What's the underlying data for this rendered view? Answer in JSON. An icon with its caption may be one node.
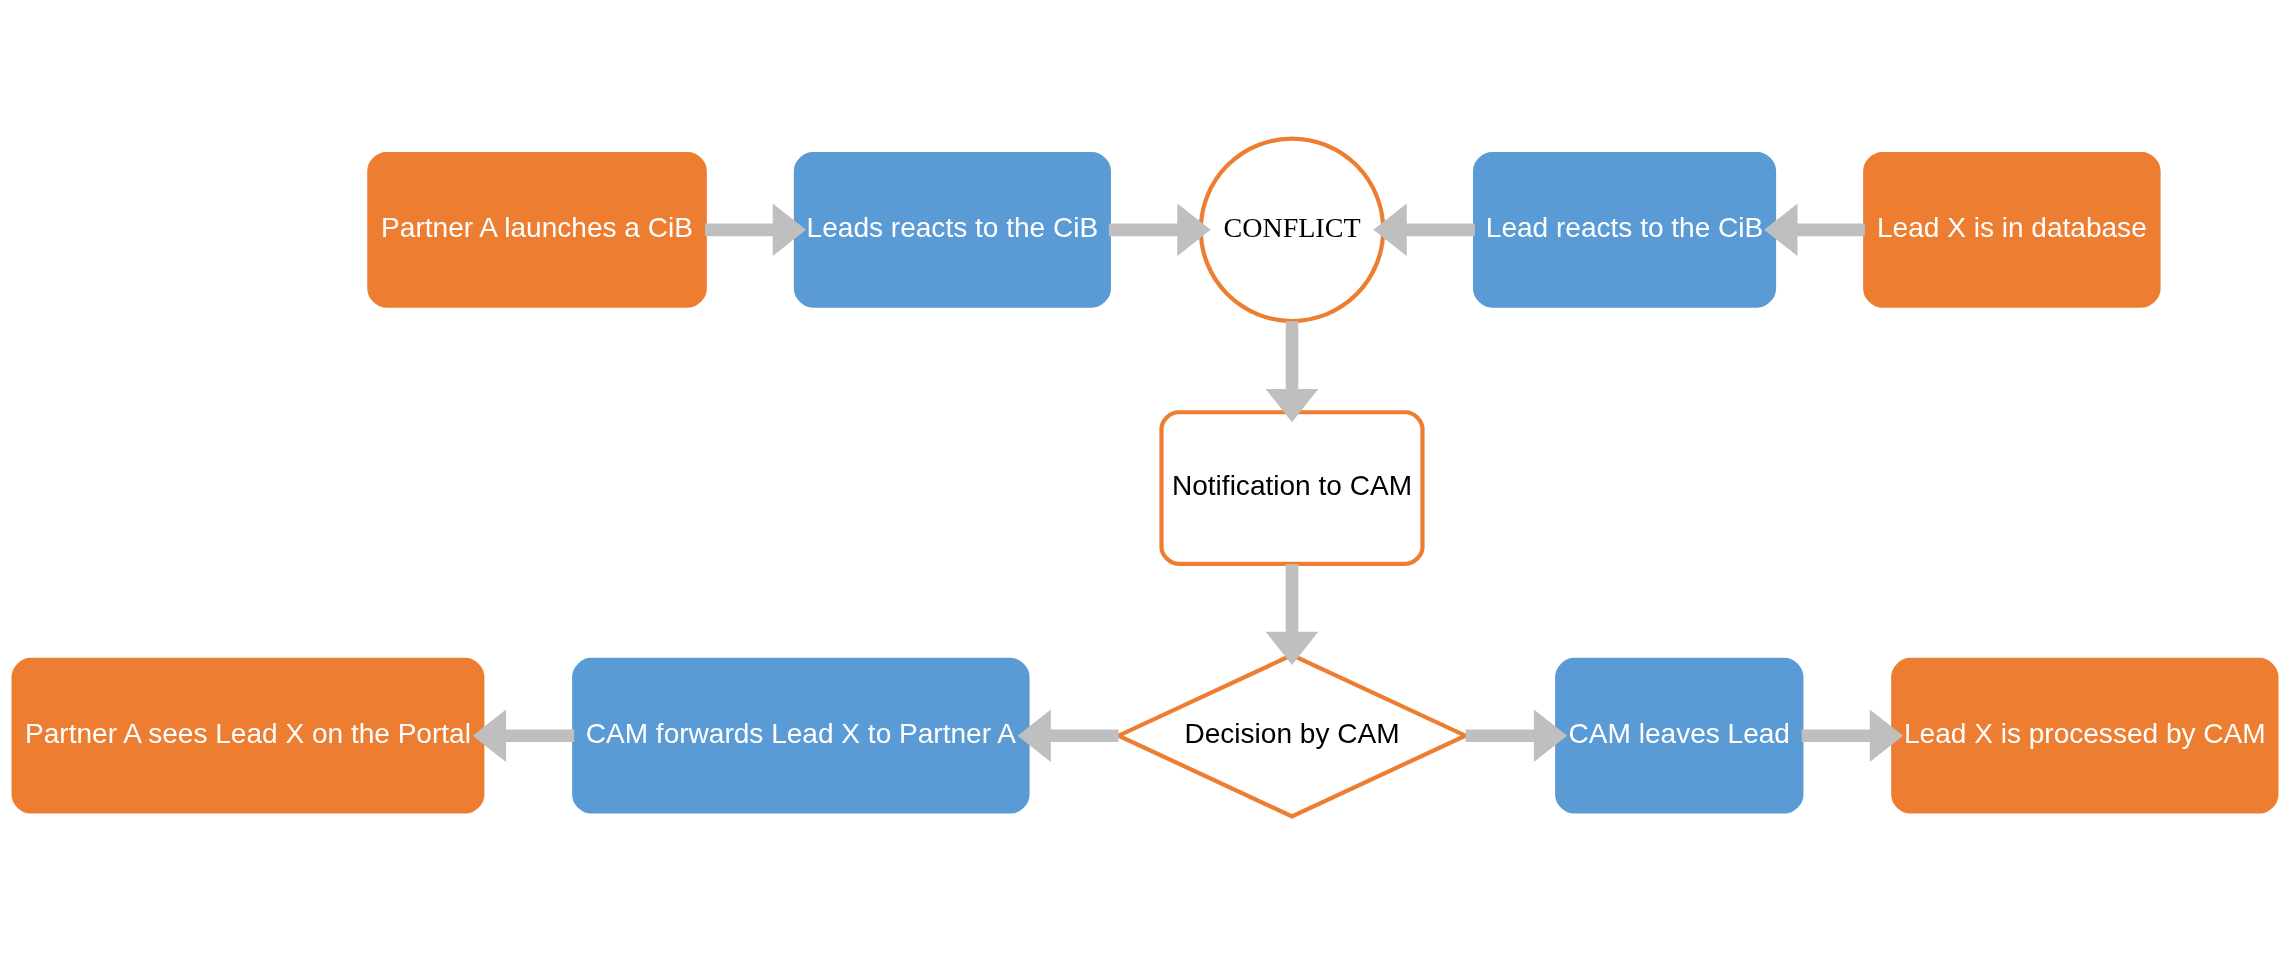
{
  "diagram": {
    "nodes": [
      {
        "text": [
          "Partner A launches a CiB"
        ]
      },
      {
        "text": [
          "Leads reacts to the CiB"
        ]
      },
      {
        "text": [
          "CONFLICT"
        ]
      },
      {
        "text": [
          "Lead reacts to the CiB"
        ]
      },
      {
        "text": [
          "Lead X is in database"
        ]
      },
      {
        "text": [
          "Notification to CAM"
        ]
      },
      {
        "text": [
          "Decision by CAM"
        ]
      },
      {
        "text": [
          "Partner A sees Lead X on the Portal"
        ]
      },
      {
        "text": [
          "CAM forwards Lead X to Partner A"
        ]
      },
      {
        "text": [
          "CAM leaves Lead"
        ]
      },
      {
        "text": [
          "Lead X is processed by CAM"
        ]
      }
    ],
    "edges": [
      {
        "from": 0,
        "to": 1,
        "arrow": "to"
      },
      {
        "from": 1,
        "to": 2,
        "arrow": "to"
      },
      {
        "from": 4,
        "to": 3,
        "arrow": "to"
      },
      {
        "from": 3,
        "to": 2,
        "arrow": "to"
      },
      {
        "from": 2,
        "to": 5,
        "arrow": "to"
      },
      {
        "from": 5,
        "to": 6,
        "arrow": "to"
      },
      {
        "from": 6,
        "to": 8,
        "arrow": "to"
      },
      {
        "from": 8,
        "to": 7,
        "arrow": "to"
      },
      {
        "from": 6,
        "to": 9,
        "arrow": "to"
      },
      {
        "from": 9,
        "to": 10,
        "arrow": "to"
      }
    ]
  }
}
